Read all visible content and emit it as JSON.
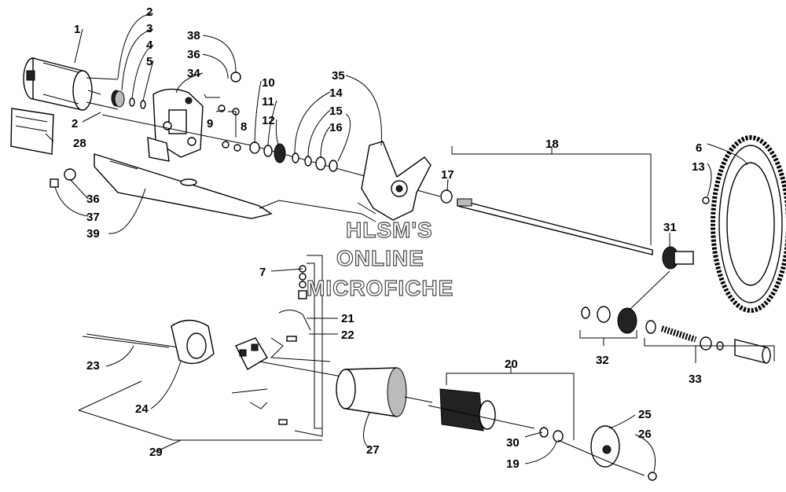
{
  "watermark": {
    "line1": "HLSM'S",
    "line2": "ONLINE",
    "line3": "MICROFICHE"
  },
  "callouts": {
    "c1": "1",
    "c2a": "2",
    "c2b": "2",
    "c3": "3",
    "c4": "4",
    "c5": "5",
    "c6": "6",
    "c7": "7",
    "c8": "8",
    "c9": "9",
    "c10": "10",
    "c11": "11",
    "c12": "12",
    "c13": "13",
    "c14": "14",
    "c15": "15",
    "c16": "16",
    "c17": "17",
    "c18": "18",
    "c19": "19",
    "c20": "20",
    "c21": "21",
    "c22": "22",
    "c23": "23",
    "c24": "24",
    "c25": "25",
    "c26": "26",
    "c27": "27",
    "c28": "28",
    "c29": "29",
    "c30": "30",
    "c31": "31",
    "c32": "32",
    "c33": "33",
    "c34": "34",
    "c35": "35",
    "c36a": "36",
    "c36b": "36",
    "c37": "37",
    "c38": "38",
    "c39": "39"
  }
}
